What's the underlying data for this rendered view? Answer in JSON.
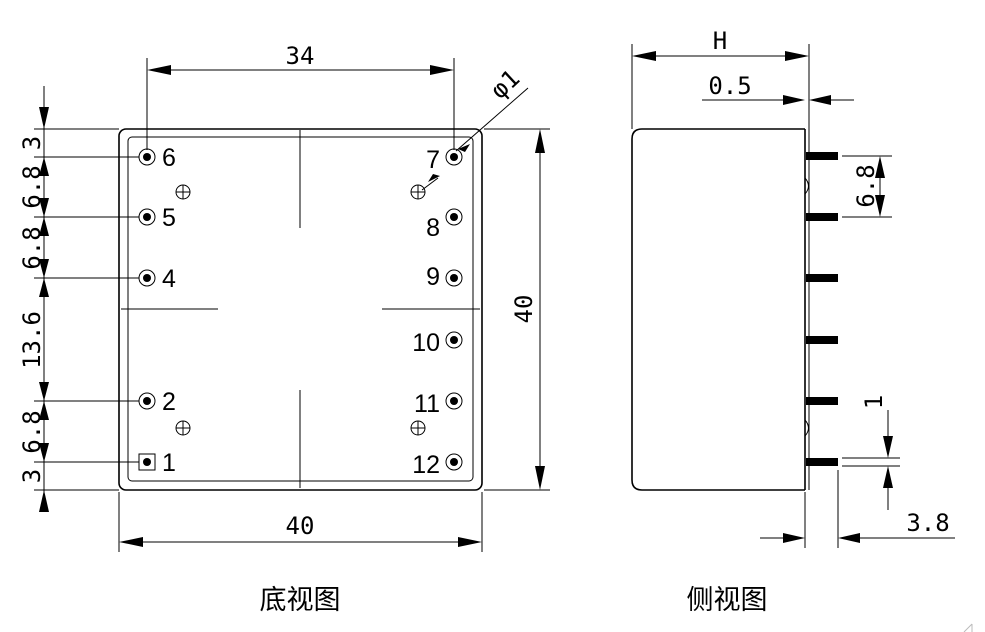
{
  "bottom_view": {
    "caption": "底视图",
    "width_label": "40",
    "pitch_label": "34",
    "height_label": "40",
    "pin_diameter_label": "φ1",
    "left_dims": [
      "3",
      "6.8",
      "6.8",
      "13.6",
      "6.8",
      "3"
    ],
    "pins_left": [
      "6",
      "5",
      "4",
      "2",
      "1"
    ],
    "pins_right": [
      "7",
      "8",
      "9",
      "10",
      "11",
      "12"
    ]
  },
  "side_view": {
    "caption": "侧视图",
    "height_label": "H",
    "offset_label": "0.5",
    "pitch_label": "6.8",
    "pin_width_label": "1",
    "pin_length_label": "3.8"
  }
}
